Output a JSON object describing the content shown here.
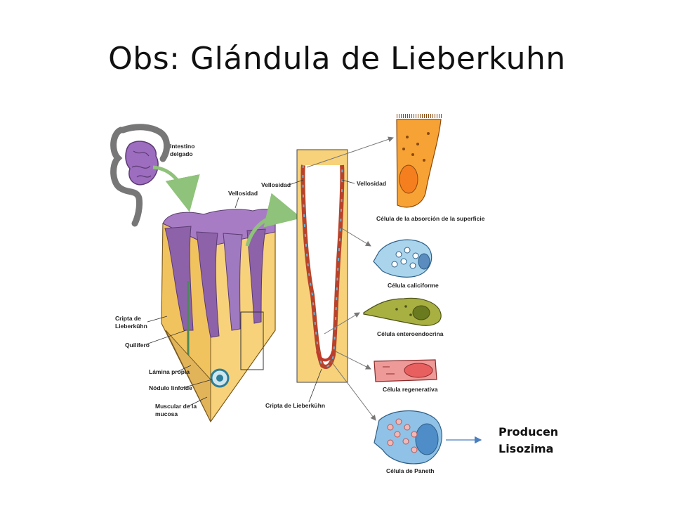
{
  "title": "Obs: Glándula de Lieberkuhn",
  "labels": {
    "intestino": [
      "Intestino",
      "delgado"
    ],
    "vellosidad_block": "Vellosidad",
    "vellosidad_left": "Vellosidad",
    "vellosidad_right": "Vellosidad",
    "cripta_block": [
      "Cripta de",
      "Lieberkühn"
    ],
    "quilifero": "Quilífero",
    "lamina": "Lámina propia",
    "nodulo": "Nódulo linfoide",
    "muscular": [
      "Muscular de la",
      "mucosa"
    ],
    "cripta_bottom": "Cripta de Lieberkühn"
  },
  "cells": [
    {
      "name": "Célula de la absorción de la superficie",
      "color": "#f7a234"
    },
    {
      "name": "Célula caliciforme",
      "color": "#a9d4ec"
    },
    {
      "name": "Célula enteroendocrina",
      "color": "#a7b041"
    },
    {
      "name": "Célula regenerativa",
      "color": "#ee9a98"
    },
    {
      "name": "Célula de Paneth",
      "color": "#8fc2e6"
    }
  ],
  "note": {
    "line1": "Producen",
    "line2": "Lisozima"
  },
  "colors": {
    "purple": "#8e62a8",
    "yellow": "#f7d27a",
    "arrow_green": "#8fc27a"
  }
}
